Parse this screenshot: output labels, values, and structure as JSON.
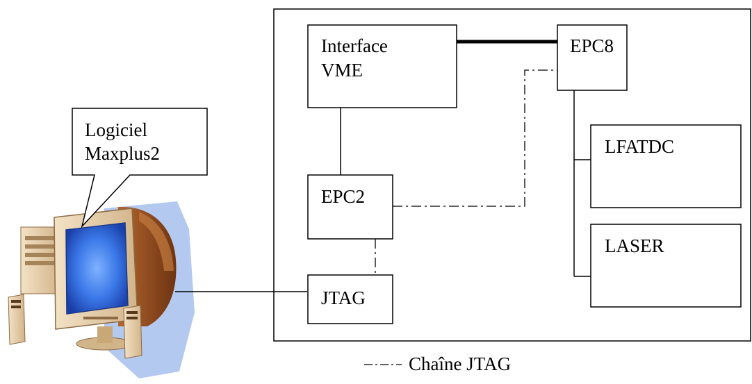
{
  "diagram": {
    "callout": {
      "line1": "Logiciel",
      "line2": "Maxplus2"
    },
    "blocks": {
      "interface": {
        "line1": "Interface",
        "line2": "VME"
      },
      "epc8": "EPC8",
      "epc2": "EPC2",
      "jtag": "JTAG",
      "lfatdc": "LFATDC",
      "laser": "LASER"
    },
    "legend": {
      "label": "Chaîne JTAG",
      "line_style": "dash-dot"
    },
    "icons": [
      "computer-icon",
      "speaker-icon"
    ]
  }
}
